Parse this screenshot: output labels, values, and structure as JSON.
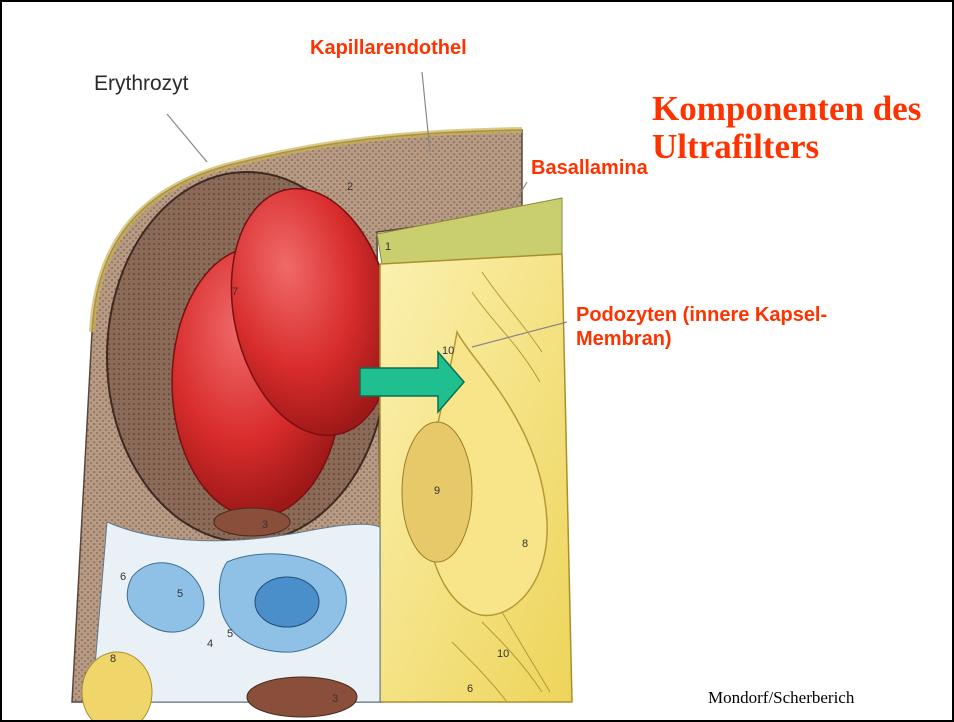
{
  "labels": {
    "erythrozyt": "Erythrozyt",
    "kapillarendothel": "Kapillarendothel",
    "basallamina": "Basallamina",
    "podozyten_line1": "Podozyten (innere Kapsel-",
    "podozyten_line2": "Membran)"
  },
  "title": {
    "line1": "Komponenten des",
    "line2": "Ultrafilters"
  },
  "credit": "Mondorf/Scherberich",
  "figure_numbers": [
    "1",
    "2",
    "3",
    "4",
    "5",
    "6",
    "7",
    "8",
    "9",
    "10"
  ],
  "colors": {
    "label_orange": "#ff3300",
    "arrow_teal": "#1fbf8f",
    "erythrocyte_red": "#d82c2c",
    "podocyte_yellow": "#f3e07a",
    "basal_lamina_green": "#c9cf6e",
    "mesangium_blue": "#8fc0e6"
  }
}
